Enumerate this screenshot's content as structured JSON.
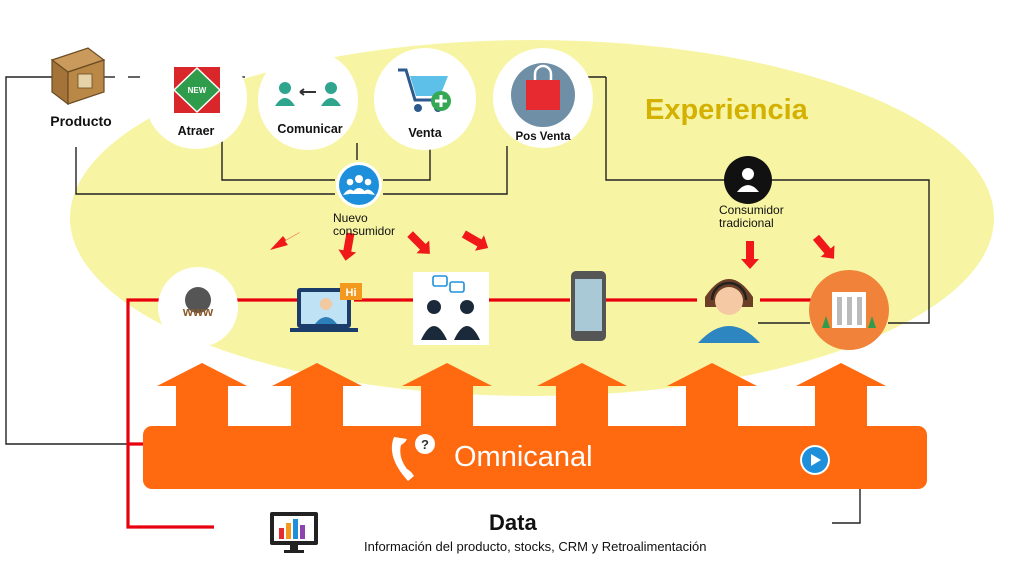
{
  "diagram": {
    "experience_title": "Experiencia",
    "stages": [
      {
        "id": "producto",
        "label": "Producto",
        "icon": "product-box-icon"
      },
      {
        "id": "atraer",
        "label": "Atraer",
        "icon": "new-tag-icon"
      },
      {
        "id": "comunicar",
        "label": "Comunicar",
        "icon": "people-exchange-icon"
      },
      {
        "id": "venta",
        "label": "Venta",
        "icon": "shopping-cart-plus-icon"
      },
      {
        "id": "posventa",
        "label": "Pos Venta",
        "icon": "shopping-bag-icon"
      }
    ],
    "new_consumer": {
      "line1": "Nuevo",
      "line2": "consumidor",
      "icon": "group-icon"
    },
    "traditional_consumer": {
      "line1": "Consumidor",
      "line2": "tradicional",
      "icon": "person-icon"
    },
    "channels": [
      {
        "id": "web",
        "label": "WWW",
        "icon": "globe-www-icon"
      },
      {
        "id": "chat",
        "label": "Hi",
        "icon": "video-chat-icon"
      },
      {
        "id": "social",
        "icon": "social-conversation-icon"
      },
      {
        "id": "mobile",
        "icon": "smartphone-icon"
      },
      {
        "id": "callcenter",
        "icon": "call-center-agent-icon"
      },
      {
        "id": "store",
        "icon": "store-building-icon"
      }
    ],
    "omnichannel": {
      "label": "Omnicanal",
      "icon": "phone-question-icon",
      "play_icon": "play-button-icon"
    },
    "data": {
      "title": "Data",
      "subtitle": "Información del producto, stocks, CRM y Retroalimentación",
      "icon": "monitor-chart-icon"
    },
    "colors": {
      "ellipse": "#F7F5A3",
      "experience_text": "#D4B000",
      "omnichannel": "#FF6A10",
      "red_line": "#E8000F",
      "arrow_red": "#F01818",
      "connector": "#222222",
      "consumer_blue": "#1E90DB"
    }
  }
}
